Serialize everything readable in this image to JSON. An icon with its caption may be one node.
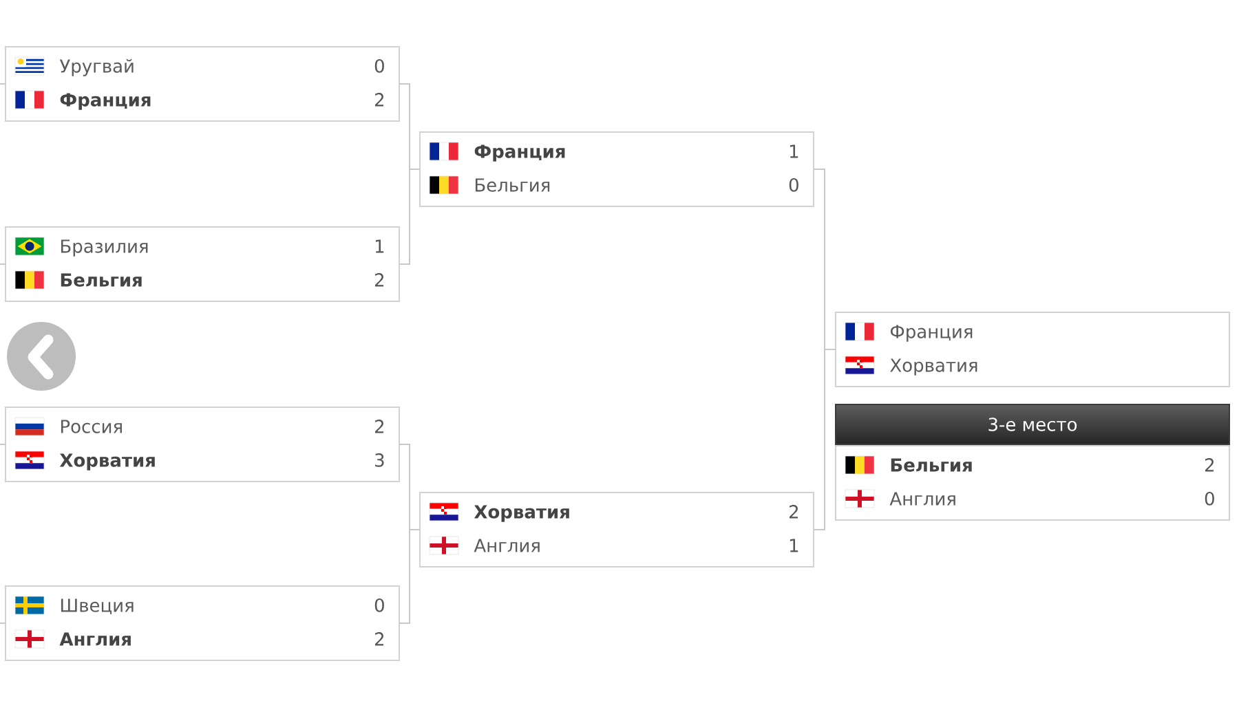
{
  "diagram": {
    "nodes": [
      {
        "text": [
          "Уругвай",
          "0",
          "Франция",
          "2"
        ]
      },
      {
        "text": [
          "Бразилия",
          "1",
          "Бельгия",
          "2"
        ]
      },
      {
        "text": [
          "Россия",
          "2",
          "Хорватия",
          "3"
        ]
      },
      {
        "text": [
          "Швеция",
          "0",
          "Англия",
          "2"
        ]
      },
      {
        "text": [
          "Франция",
          "1",
          "Бельгия",
          "0"
        ]
      },
      {
        "text": [
          "Хорватия",
          "2",
          "Англия",
          "1"
        ]
      },
      {
        "text": [
          "Франция",
          "Хорватия"
        ]
      },
      {
        "text": [
          "3-е место"
        ]
      },
      {
        "text": [
          "Бельгия",
          "2",
          "Англия",
          "0"
        ]
      }
    ],
    "edges": [
      {
        "from": 0,
        "to": 4,
        "arrow": "none"
      },
      {
        "from": 1,
        "to": 4,
        "arrow": "none"
      },
      {
        "from": 2,
        "to": 5,
        "arrow": "none"
      },
      {
        "from": 3,
        "to": 5,
        "arrow": "none"
      },
      {
        "from": 4,
        "to": 6,
        "arrow": "none"
      },
      {
        "from": 5,
        "to": 6,
        "arrow": "none"
      },
      {
        "from": null,
        "to": 0,
        "arrow": "none"
      },
      {
        "from": null,
        "to": 1,
        "arrow": "none"
      },
      {
        "from": null,
        "to": 2,
        "arrow": "none"
      },
      {
        "from": null,
        "to": 3,
        "arrow": "none"
      }
    ]
  }
}
